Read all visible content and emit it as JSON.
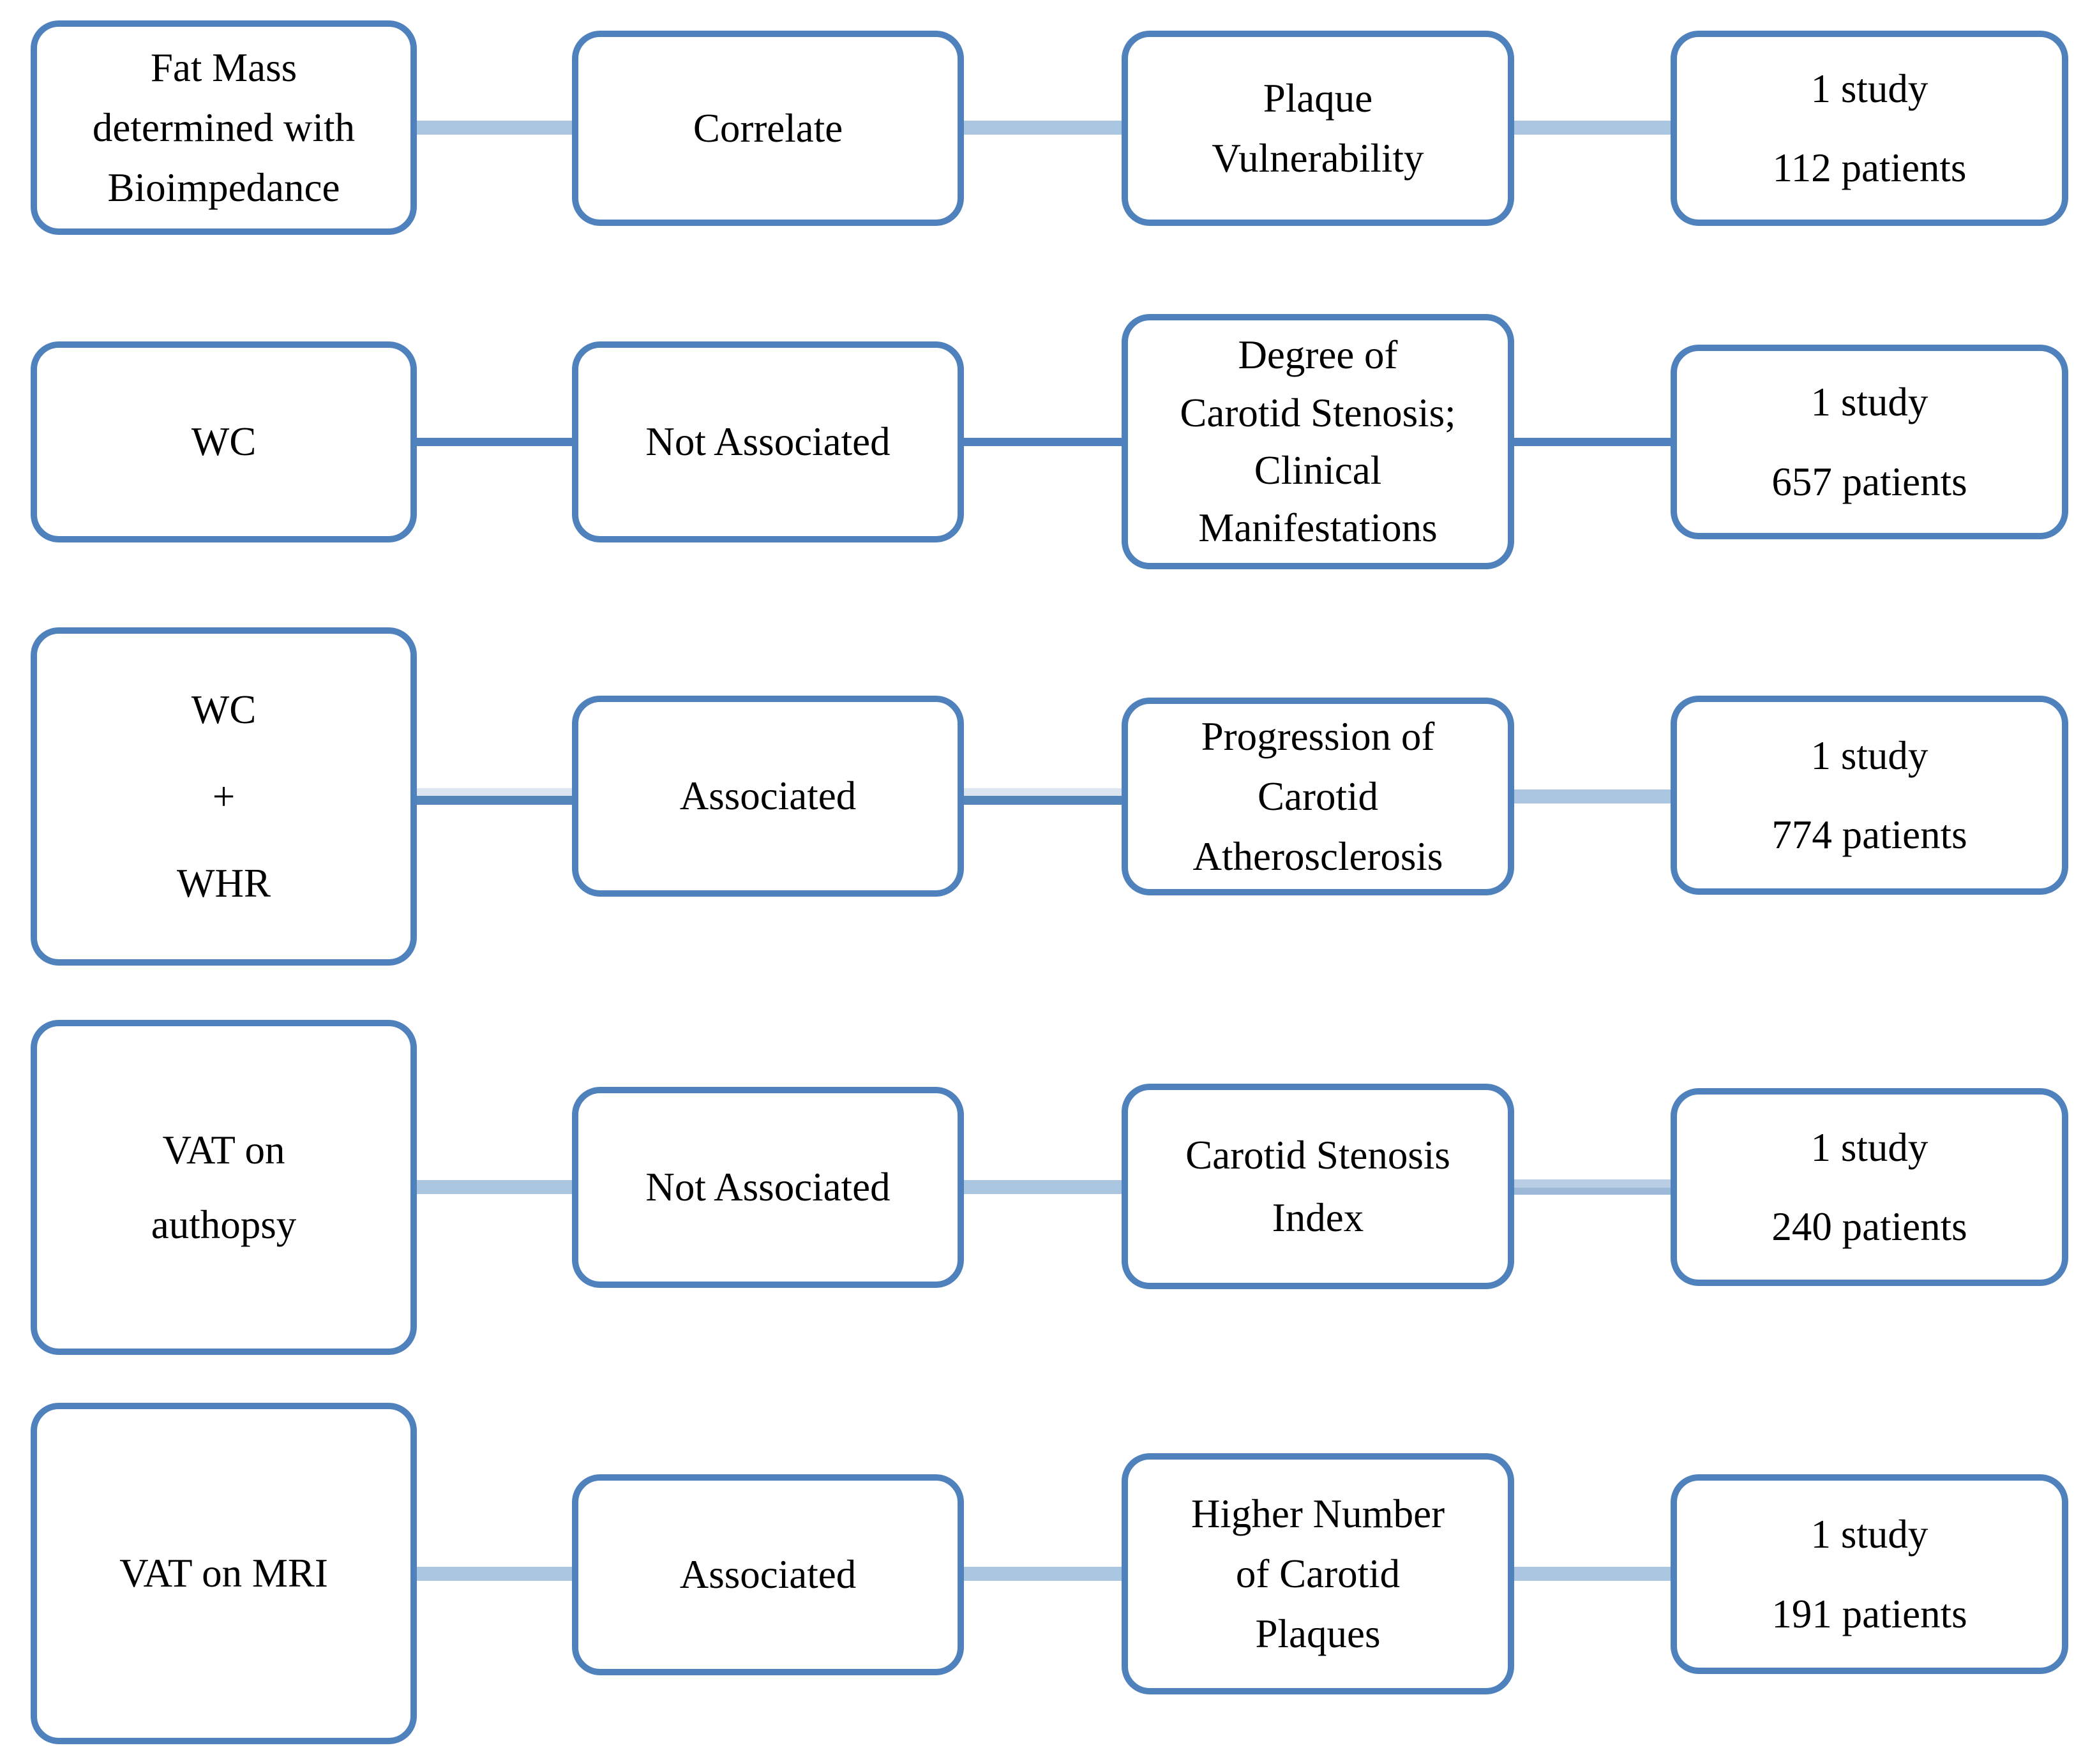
{
  "figure": {
    "description": "Flow diagram linking adiposity measures to carotid atherosclerosis outcomes with study evidence",
    "columns": [
      "measure",
      "relation",
      "outcome",
      "evidence"
    ],
    "colors": {
      "box_border": "#4f81bd",
      "connector_light": "#abc6e0",
      "connector_dark": "#5081bc",
      "connector_pale": "#dce6f1",
      "box_fill": "#ffffff",
      "text": "#000000"
    },
    "rows": [
      {
        "cells": [
          {
            "lines": [
              "Fat Mass",
              "determined with",
              "Bioimpedance"
            ]
          },
          {
            "lines": [
              "Correlate"
            ]
          },
          {
            "lines": [
              "Plaque",
              "Vulnerability"
            ]
          },
          {
            "lines": [
              "1 study",
              "112 patients"
            ]
          }
        ],
        "connector_styles": [
          "light",
          "light",
          "light"
        ]
      },
      {
        "cells": [
          {
            "lines": [
              "WC"
            ]
          },
          {
            "lines": [
              "Not Associated"
            ]
          },
          {
            "lines": [
              "Degree of",
              "Carotid Stenosis;",
              "Clinical",
              "Manifestations"
            ]
          },
          {
            "lines": [
              "1 study",
              "657 patients"
            ]
          }
        ],
        "connector_styles": [
          "dark",
          "dark",
          "dark"
        ]
      },
      {
        "cells": [
          {
            "lines": [
              "WC",
              "+",
              "WHR"
            ]
          },
          {
            "lines": [
              "Associated"
            ]
          },
          {
            "lines": [
              "Progression of",
              "Carotid",
              "Atherosclerosis"
            ]
          },
          {
            "lines": [
              "1 study",
              "774 patients"
            ]
          }
        ],
        "connector_styles": [
          "mixed",
          "mixed",
          "light"
        ]
      },
      {
        "cells": [
          {
            "lines": [
              "VAT on",
              "authopsy"
            ]
          },
          {
            "lines": [
              "Not Associated"
            ]
          },
          {
            "lines": [
              "Carotid Stenosis",
              "Index"
            ]
          },
          {
            "lines": [
              "1 study",
              "240 patients"
            ]
          }
        ],
        "connector_styles": [
          "light",
          "light",
          "light2"
        ]
      },
      {
        "cells": [
          {
            "lines": [
              "VAT on MRI"
            ]
          },
          {
            "lines": [
              "Associated"
            ]
          },
          {
            "lines": [
              "Higher Number",
              "of Carotid",
              "Plaques"
            ]
          },
          {
            "lines": [
              "1 study",
              "191 patients"
            ]
          }
        ],
        "connector_styles": [
          "light",
          "light",
          "light"
        ]
      }
    ]
  }
}
